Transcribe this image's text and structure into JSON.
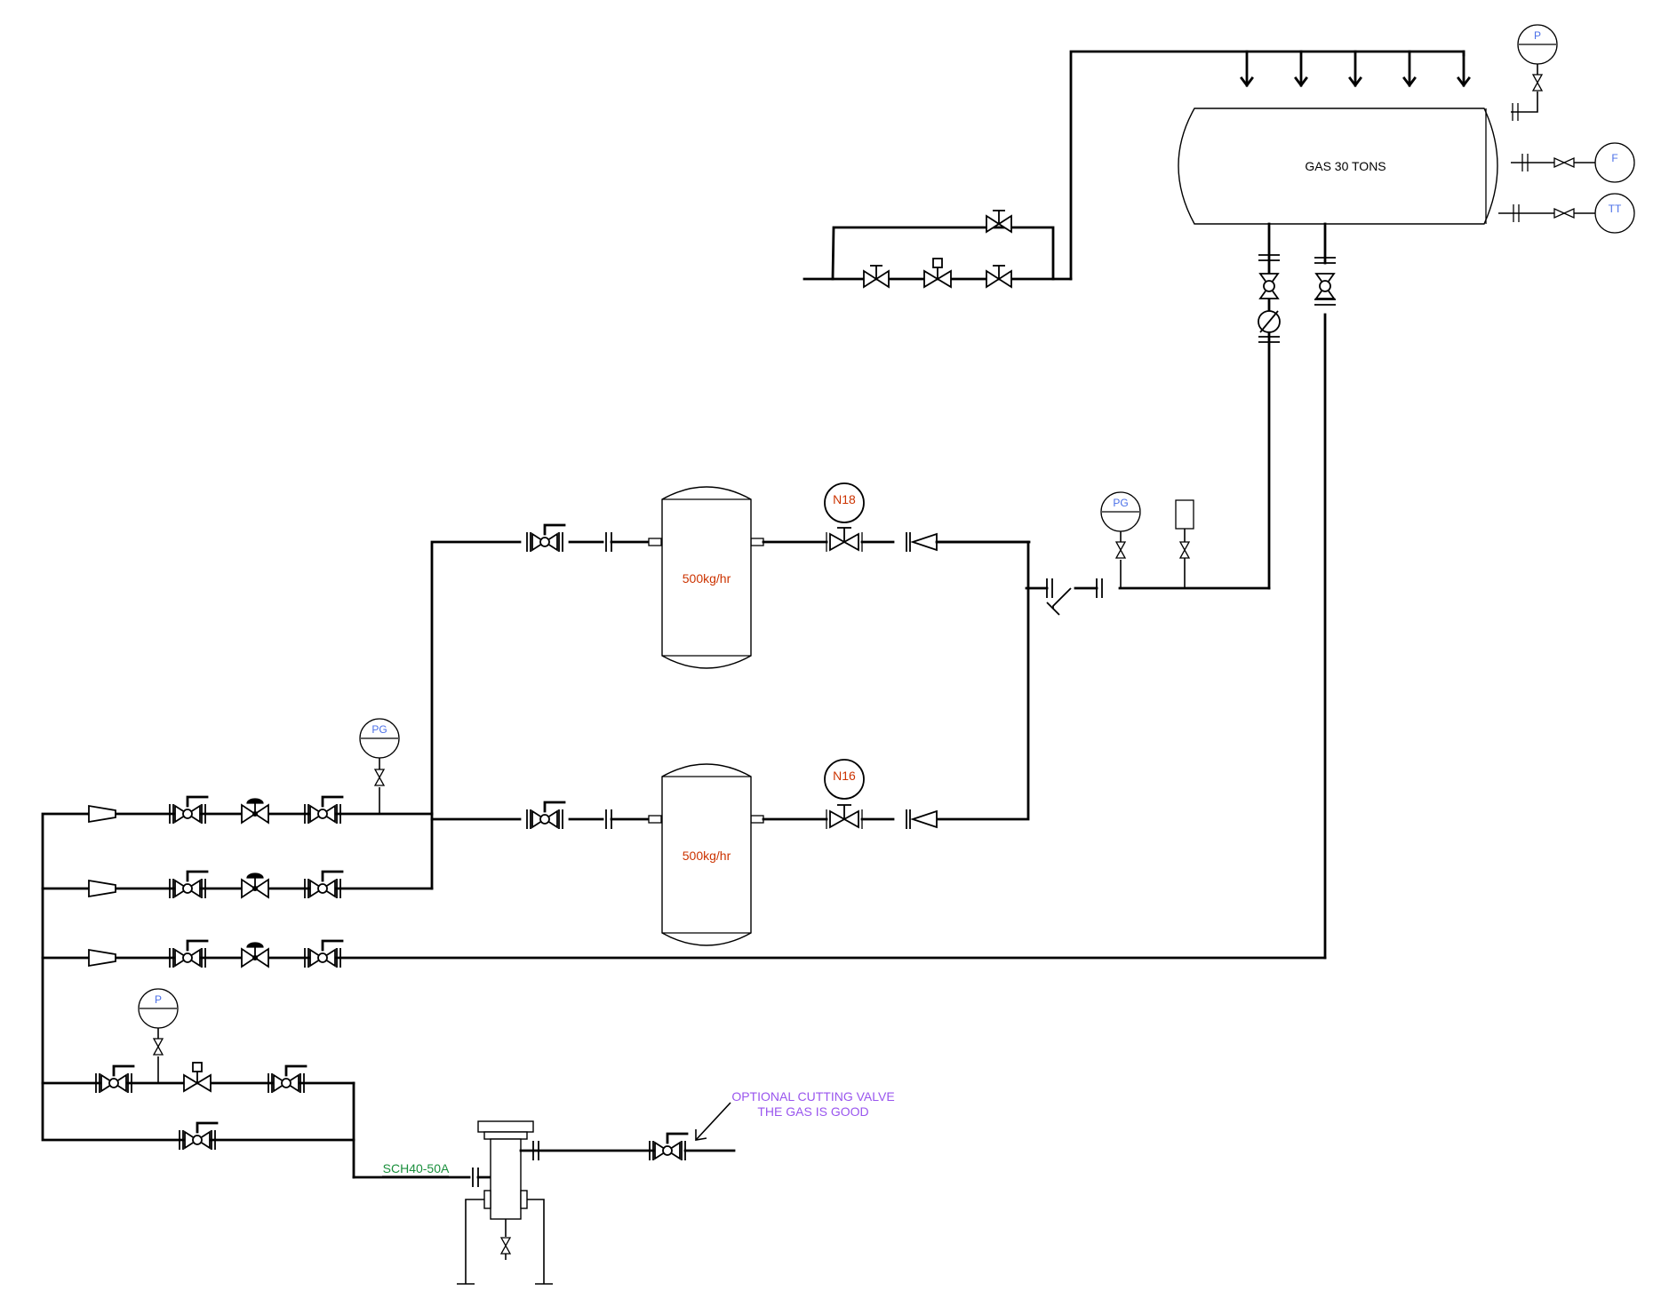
{
  "tank": {
    "label": "GAS 30 TONS"
  },
  "vaporizers": [
    {
      "capacity_label": "500kg/hr",
      "valve_tag": "N18"
    },
    {
      "capacity_label": "500kg/hr",
      "valve_tag": "N16"
    }
  ],
  "instruments": {
    "tank_top": "P",
    "tank_side_1": "F",
    "tank_side_2": "TT",
    "outlet_header": "PG",
    "manifold": "PG",
    "regulator_line": "P"
  },
  "pipe_spec": "SCH40-50A",
  "note": {
    "line1": "OPTIONAL CUTTING VALVE",
    "line2": "THE GAS IS GOOD"
  },
  "colors": {
    "line": "#000000",
    "vaporizer_text": "#cc3300",
    "valve_tag_text": "#cc3300",
    "instrument_text": "#4a6fe8",
    "pipe_spec_text": "#1a8f3c",
    "note_text": "#9955ee"
  }
}
